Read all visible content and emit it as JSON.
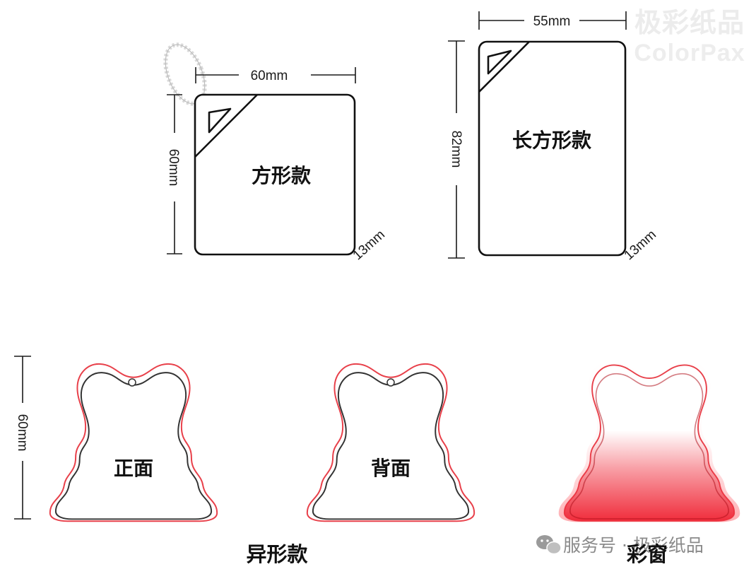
{
  "watermark": {
    "brand_cn": "极彩纸品",
    "brand_en": "ColorPax"
  },
  "square_tag": {
    "width_label": "60mm",
    "height_label": "60mm",
    "corner_label": "13mm",
    "name": "方形款"
  },
  "rect_tag": {
    "width_label": "55mm",
    "height_label": "82mm",
    "corner_label": "13mm",
    "name": "长方形款"
  },
  "shaped_tags": {
    "height_label": "60mm",
    "front_label": "正面",
    "back_label": "背面",
    "caption": "异形款",
    "window_caption": "彩窗"
  },
  "wechat_footer": {
    "text": "服务号 · 极彩纸品"
  },
  "colors": {
    "outline": "#111111",
    "bleed_red": "#e8404a",
    "window_red": "#f02d3c"
  }
}
